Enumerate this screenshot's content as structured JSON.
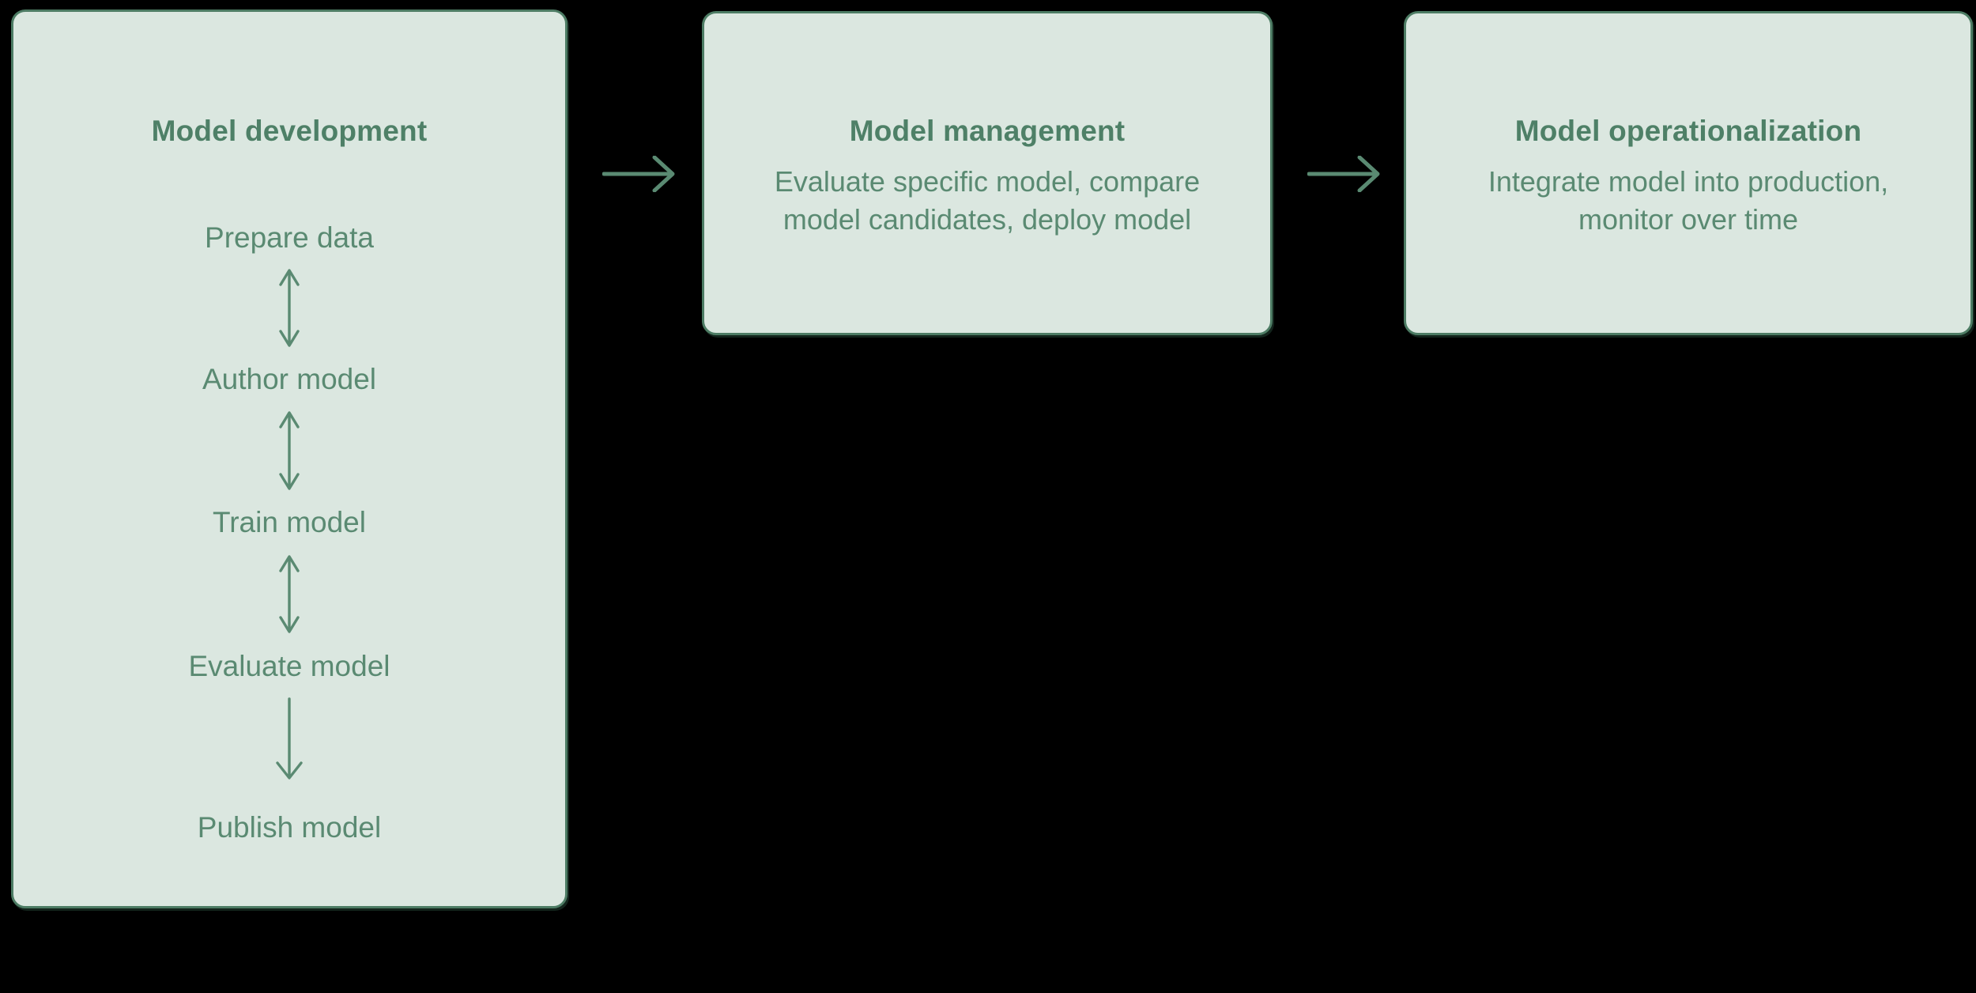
{
  "colors": {
    "background": "#000000",
    "box_fill": "#dbe7e0",
    "box_border": "#4d7c64",
    "title_text": "#4e8067",
    "body_text": "#5a8a72",
    "arrow": "#5a8a72"
  },
  "icons": {
    "flow_arrow": "arrow-right",
    "bidirectional_connector": "arrow-up-down",
    "down_connector": "arrow-down"
  },
  "boxes": {
    "development": {
      "title": "Model development",
      "steps": [
        {
          "label": "Prepare data"
        },
        {
          "label": "Author model"
        },
        {
          "label": "Train model"
        },
        {
          "label": "Evaluate model"
        },
        {
          "label": "Publish model"
        }
      ],
      "connectors": [
        "bidirectional",
        "bidirectional",
        "bidirectional",
        "down"
      ]
    },
    "management": {
      "title": "Model management",
      "description": "Evaluate specific model, compare model candidates, deploy model"
    },
    "operationalization": {
      "title": "Model operationalization",
      "description": "Integrate model into production, monitor over time"
    }
  }
}
